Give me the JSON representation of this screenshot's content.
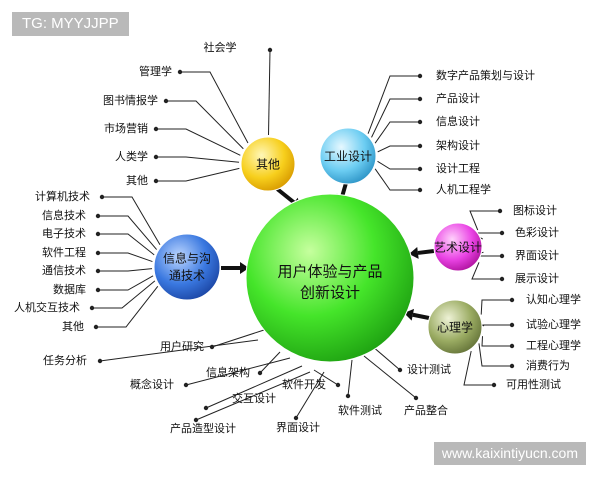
{
  "watermark": {
    "tag": "TG: MYYJJPP",
    "url": "www.kaixintiyucn.com"
  },
  "center": {
    "line1": "用户体验与产品",
    "line2": "创新设计"
  },
  "colors": {
    "center": "#37d823",
    "other": "#f5c518",
    "industrial": "#5ec3ef",
    "info": "#2f6bd8",
    "art": "#e43de0",
    "psych": "#8fa05a",
    "line": "#222222",
    "arrow": "#111111"
  },
  "clusters": {
    "other": {
      "hub": [
        "其他"
      ],
      "items": [
        "社会学",
        "管理学",
        "图书情报学",
        "市场营销",
        "人类学",
        "其他"
      ]
    },
    "industrial": {
      "hub": [
        "工业设计"
      ],
      "items": [
        "数字产品策划与设计",
        "产品设计",
        "信息设计",
        "架构设计",
        "设计工程",
        "人机工程学"
      ]
    },
    "info": {
      "hub": [
        "信息与沟",
        "通技术"
      ],
      "items": [
        "计算机技术",
        "信息技术",
        "电子技术",
        "软件工程",
        "通信技术",
        "数据库",
        "人机交互技术",
        "其他"
      ]
    },
    "art": {
      "hub": [
        "艺术设计"
      ],
      "items": [
        "图标设计",
        "色彩设计",
        "界面设计",
        "展示设计"
      ]
    },
    "psych": {
      "hub": [
        "心理学"
      ],
      "items": [
        "认知心理学",
        "试验心理学",
        "工程心理学",
        "消费行为",
        "可用性测试"
      ]
    }
  },
  "process": [
    "用户研究",
    "任务分析",
    "信息架构",
    "概念设计",
    "交互设计",
    "软件开发",
    "产品造型设计",
    "界面设计",
    "设计测试",
    "软件测试",
    "产品整合"
  ]
}
